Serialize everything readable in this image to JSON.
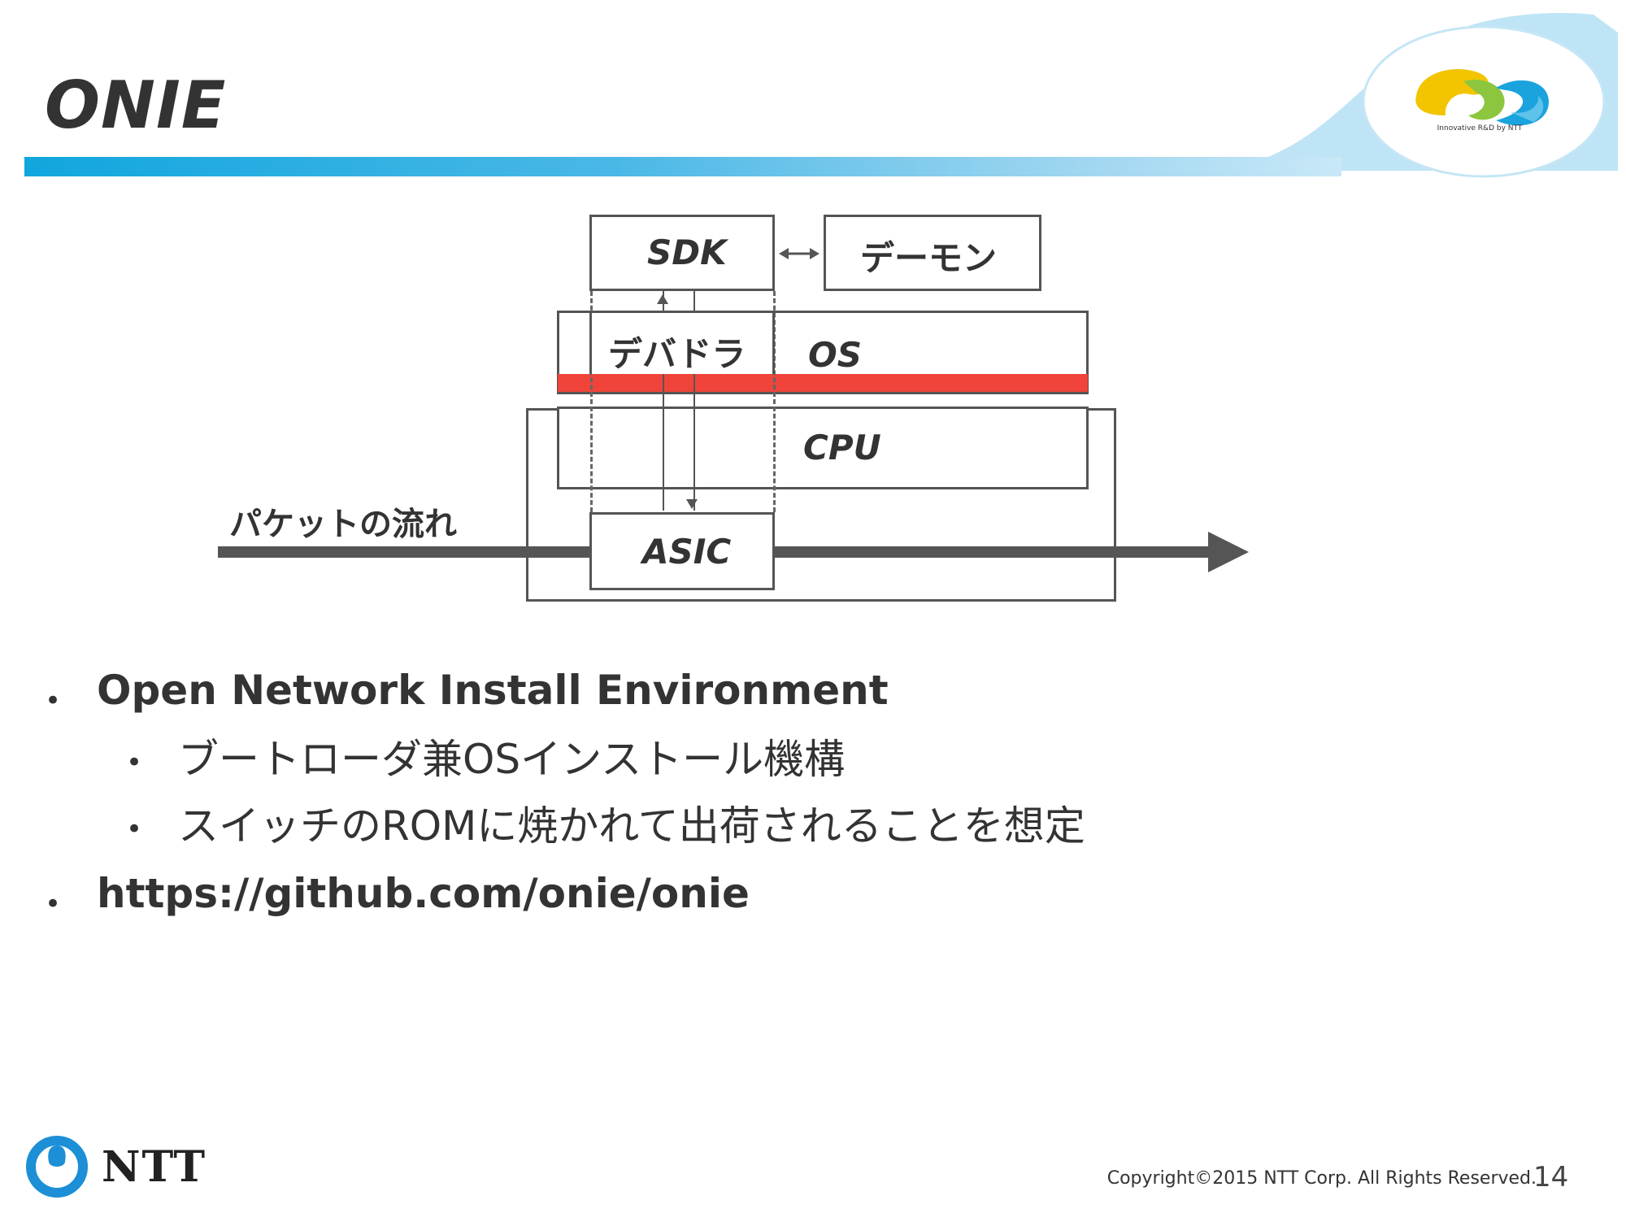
{
  "slide": {
    "title": "ONIE",
    "page_number": "14",
    "copyright": "Copyright©2015  NTT Corp. All Rights Reserved.",
    "logo_tagline": "Innovative R&D by NTT",
    "brand": "NTT",
    "accent_color": "#11a6de"
  },
  "diagram": {
    "sdk": "SDK",
    "daemon": "デーモン",
    "driver": "デバドラ",
    "os": "OS",
    "cpu": "CPU",
    "asic": "ASIC",
    "packet_flow": "パケットの流れ",
    "highlight_color": "#f0443a"
  },
  "bullets": [
    {
      "text": "Open Network Install Environment",
      "children": [
        "ブートローダ兼OSインストール機構",
        "スイッチのROMに焼かれて出荷されることを想定"
      ]
    },
    {
      "text": "https://github.com/onie/onie",
      "children": []
    }
  ]
}
